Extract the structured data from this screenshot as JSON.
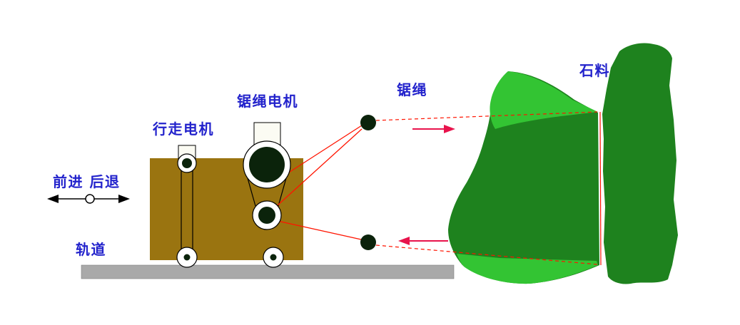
{
  "labels": {
    "walking_motor": "行走电机",
    "saw_rope_motor": "锯绳电机",
    "saw_rope": "锯绳",
    "stone": "石料",
    "forward_backward": "前进 后退",
    "track": "轨道"
  },
  "colors": {
    "label_blue": "#2323CC",
    "machine_body": "#9A7410",
    "track_gray": "#A9A9A9",
    "stone_light_green": "#33C433",
    "stone_dark_green": "#1E821E",
    "rope_red": "#FF1400",
    "arrow_red": "#E8134C",
    "pulley_dark": "#0B230B",
    "belt_black": "#000000",
    "pulley_white": "#FFFFFF"
  }
}
